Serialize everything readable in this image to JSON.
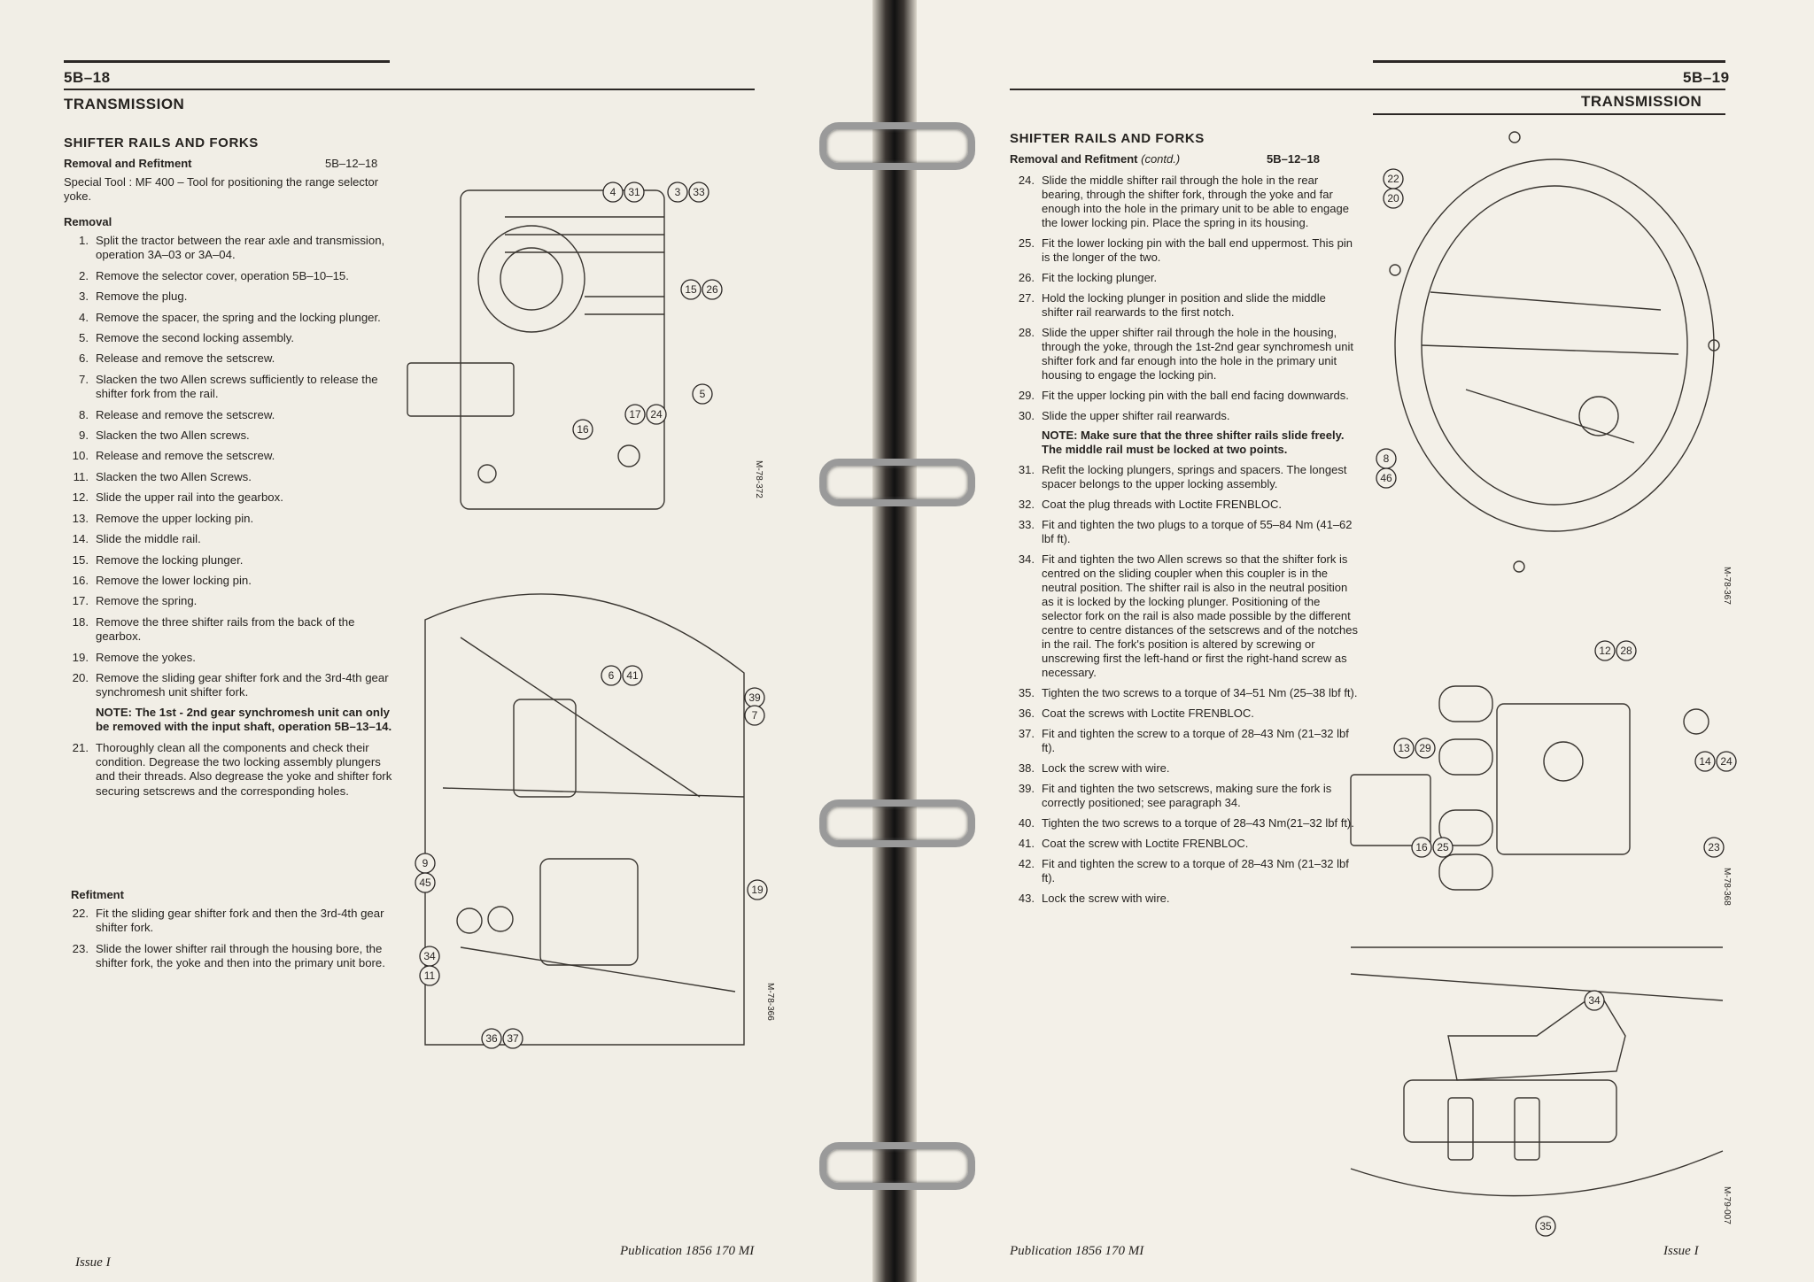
{
  "left": {
    "page_number": "5B–18",
    "header_title": "TRANSMISSION",
    "section_title": "SHIFTER RAILS AND FORKS",
    "subsection": "Removal and Refitment",
    "operation": "5B–12–18",
    "special_tool": "Special Tool : MF 400 – Tool for positioning the range selector yoke.",
    "removal_heading": "Removal",
    "refitment_heading": "Refitment",
    "steps": [
      {
        "n": "1.",
        "text": "Split the tractor between the rear axle and transmission, operation 3A–03 or 3A–04."
      },
      {
        "n": "2.",
        "text": "Remove the selector cover, operation 5B–10–15."
      },
      {
        "n": "3.",
        "text": "Remove the plug."
      },
      {
        "n": "4.",
        "text": "Remove the spacer, the spring and the locking plunger."
      },
      {
        "n": "5.",
        "text": "Remove the second locking assembly."
      },
      {
        "n": "6.",
        "text": "Release and remove the setscrew."
      },
      {
        "n": "7.",
        "text": "Slacken the two Allen screws sufficiently to release the shifter fork from the rail."
      },
      {
        "n": "8.",
        "text": "Release and remove the setscrew."
      },
      {
        "n": "9.",
        "text": "Slacken the two Allen screws."
      },
      {
        "n": "10.",
        "text": "Release and remove the setscrew."
      },
      {
        "n": "11.",
        "text": "Slacken the two Allen Screws."
      },
      {
        "n": "12.",
        "text": "Slide the upper rail into the gearbox."
      },
      {
        "n": "13.",
        "text": "Remove the upper locking pin."
      },
      {
        "n": "14.",
        "text": "Slide the middle rail."
      },
      {
        "n": "15.",
        "text": "Remove the locking plunger."
      },
      {
        "n": "16.",
        "text": "Remove the lower locking pin."
      },
      {
        "n": "17.",
        "text": "Remove the spring."
      },
      {
        "n": "18.",
        "text": "Remove the three shifter rails from the back of the gearbox."
      },
      {
        "n": "19.",
        "text": "Remove the yokes."
      },
      {
        "n": "20.",
        "text": "Remove the sliding gear shifter fork and the 3rd-4th gear synchromesh unit shifter fork.",
        "note": "NOTE: The 1st - 2nd gear synchromesh unit can only be removed with the input shaft, operation 5B–13–14."
      },
      {
        "n": "21.",
        "text": "Thoroughly clean all the components and check their condition. Degrease the two locking assembly plungers and their threads. Also degrease the yoke and shifter fork securing setscrews and the corresponding holes."
      }
    ],
    "refit_steps": [
      {
        "n": "22.",
        "text": "Fit the sliding gear shifter fork and then the 3rd-4th gear shifter fork."
      },
      {
        "n": "23.",
        "text": "Slide the lower shifter rail through the housing bore, the shifter fork, the yoke and then into the primary unit bore."
      }
    ],
    "fig1_labels": [
      "4",
      "31",
      "3",
      "33",
      "15",
      "26",
      "5",
      "17",
      "24",
      "16"
    ],
    "fig1_code": "M-78-372",
    "fig2_labels": [
      "6",
      "41",
      "39",
      "7",
      "9",
      "45",
      "19",
      "34",
      "11",
      "36",
      "37"
    ],
    "fig2_code": "M-78-366",
    "footer_issue": "Issue I",
    "footer_pub": "Publication 1856 170 MI"
  },
  "right": {
    "page_number": "5B–19",
    "header_title": "TRANSMISSION",
    "section_title": "SHIFTER RAILS AND FORKS",
    "subsection": "Removal and Refitment",
    "subsection_contd": "(contd.)",
    "operation": "5B–12–18",
    "steps": [
      {
        "n": "24.",
        "text": "Slide the middle shifter rail through the hole in the rear bearing, through the shifter fork, through the yoke and far enough into the hole in the primary unit to be able to engage the lower locking pin. Place the spring in its housing."
      },
      {
        "n": "25.",
        "text": "Fit the lower locking pin with the ball end uppermost. This pin is the longer of the two."
      },
      {
        "n": "26.",
        "text": "Fit the locking plunger."
      },
      {
        "n": "27.",
        "text": "Hold the locking plunger in position and slide the middle shifter rail rearwards to the first notch."
      },
      {
        "n": "28.",
        "text": "Slide the upper shifter rail through the hole in the housing, through the yoke, through the 1st-2nd gear synchromesh unit shifter fork and far enough into the hole in the primary unit housing to engage the locking pin."
      },
      {
        "n": "29.",
        "text": "Fit the upper locking pin with the ball end facing downwards."
      },
      {
        "n": "30.",
        "text": "Slide the upper shifter rail rearwards.",
        "note": "NOTE: Make sure that the three shifter rails slide freely. The middle rail must be locked at two points."
      },
      {
        "n": "31.",
        "text": "Refit the locking plungers, springs and spacers. The longest spacer belongs to the upper locking assembly."
      },
      {
        "n": "32.",
        "text": "Coat the plug threads with Loctite FRENBLOC."
      },
      {
        "n": "33.",
        "text": "Fit and tighten the two plugs to a torque of 55–84 Nm (41–62 lbf ft)."
      },
      {
        "n": "34.",
        "text": "Fit and tighten the two Allen screws so that the shifter fork is centred on the sliding coupler when this coupler is in the neutral position. The shifter rail is also in the neutral position as it is locked by the locking plunger. Positioning of the selector fork on the rail is also made possible by the different centre to centre distances of the setscrews and of the notches in the rail. The fork's position is altered by screwing or unscrewing first the left-hand or first the right-hand screw as necessary."
      },
      {
        "n": "35.",
        "text": "Tighten the two screws to a torque of 34–51 Nm (25–38 lbf ft)."
      },
      {
        "n": "36.",
        "text": "Coat the screws with Loctite FRENBLOC."
      },
      {
        "n": "37.",
        "text": "Fit and tighten the screw to a torque of 28–43 Nm (21–32 lbf ft)."
      },
      {
        "n": "38.",
        "text": "Lock the screw with wire."
      },
      {
        "n": "39.",
        "text": "Fit and tighten the two setscrews, making sure the fork is correctly positioned; see paragraph 34."
      },
      {
        "n": "40.",
        "text": "Tighten the two screws to a torque of 28–43 Nm(21–32 lbf ft)."
      },
      {
        "n": "41.",
        "text": "Coat the screw with Loctite FRENBLOC."
      },
      {
        "n": "42.",
        "text": "Fit and tighten the screw to a torque of 28–43 Nm (21–32 lbf ft)."
      },
      {
        "n": "43.",
        "text": "Lock the screw with wire."
      }
    ],
    "fig1_labels": [
      "22",
      "20",
      "8",
      "46"
    ],
    "fig1_code": "M-78-367",
    "fig2_labels": [
      "12",
      "28",
      "13",
      "29",
      "14",
      "24",
      "16",
      "25",
      "23"
    ],
    "fig2_code": "M-78-368",
    "fig3_labels": [
      "34",
      "35"
    ],
    "fig3_code": "M-79-007",
    "footer_pub": "Publication 1856 170 MI",
    "footer_issue": "Issue I"
  }
}
